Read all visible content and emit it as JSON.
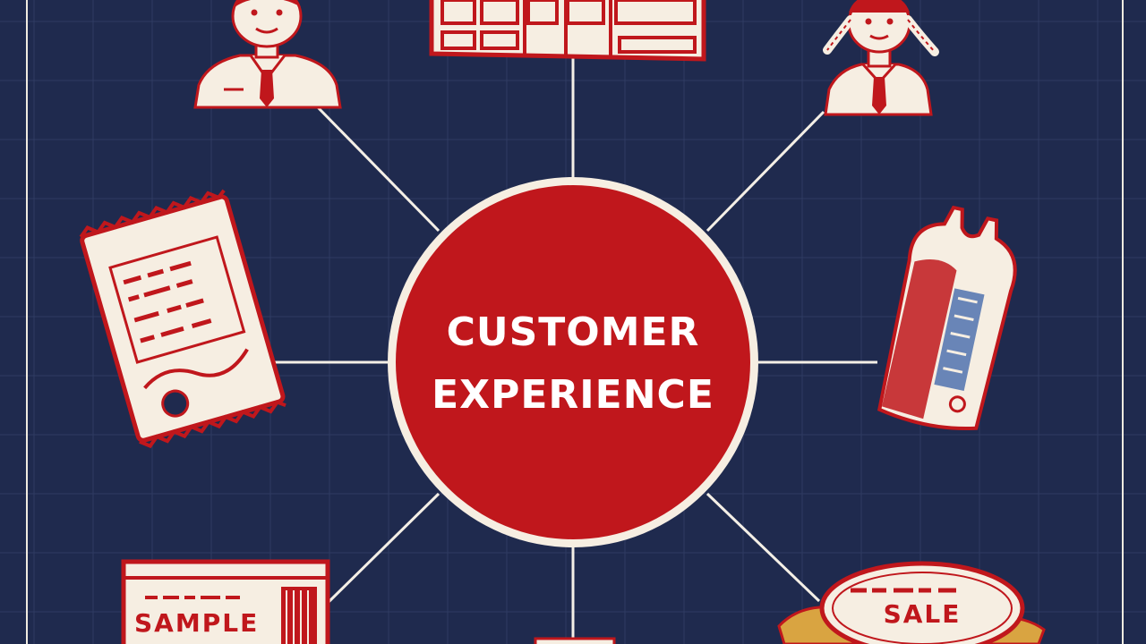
{
  "diagram": {
    "hub": {
      "line1": "CUSTOMER",
      "line2": "EXPERIENCE"
    },
    "colors": {
      "background": "#1f2a4e",
      "grid": "#2f3b62",
      "accent": "#c0171c",
      "cream": "#f6eee2",
      "gold": "#d9a441"
    },
    "nodes": [
      {
        "icon": "male-staff-icon",
        "position": "top-left"
      },
      {
        "icon": "storefront-icon",
        "position": "top"
      },
      {
        "icon": "female-staff-icon",
        "position": "top-right"
      },
      {
        "icon": "snack-bag-icon",
        "position": "left"
      },
      {
        "icon": "bottle-label-icon",
        "position": "right"
      },
      {
        "icon": "sample-sign-icon",
        "position": "bottom-left",
        "label": "SAMPLE"
      },
      {
        "icon": "bottom-item-icon",
        "position": "bottom"
      },
      {
        "icon": "sale-badge-icon",
        "position": "bottom-right",
        "label": "SALE"
      }
    ]
  }
}
